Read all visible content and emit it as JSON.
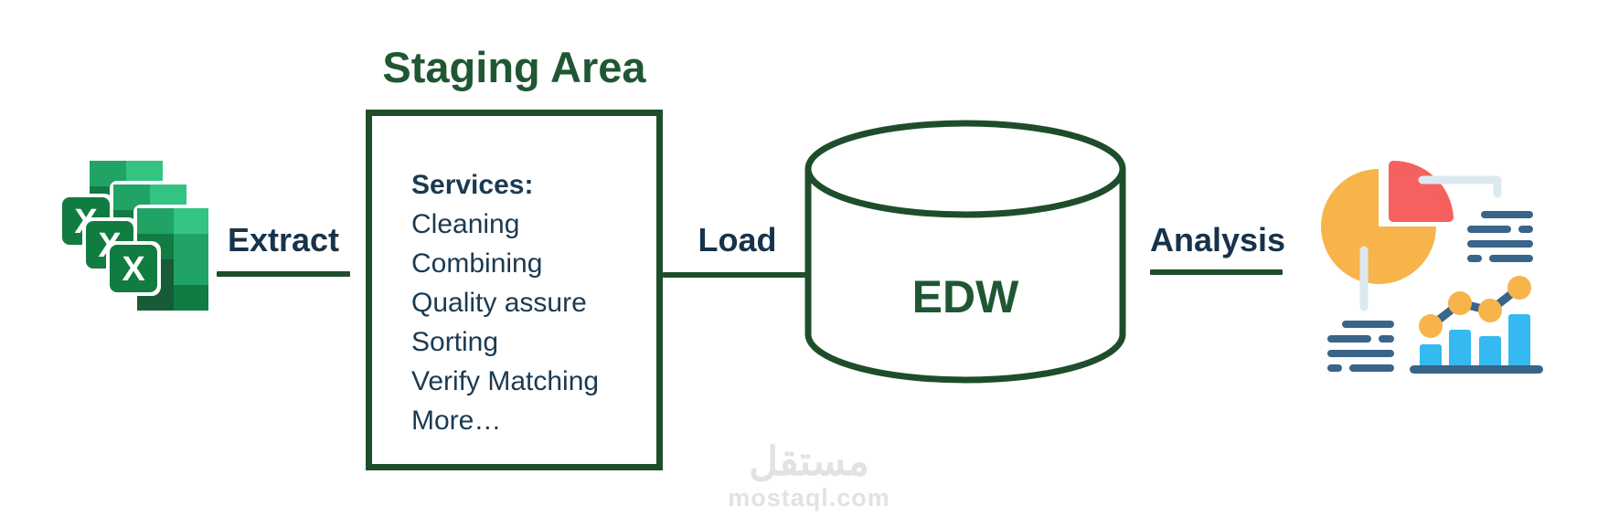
{
  "diagram": {
    "title": "Staging Area",
    "labels": {
      "extract": "Extract",
      "load": "Load",
      "analysis": "Analysis"
    },
    "staging": {
      "heading": "Services:",
      "services": [
        "Cleaning",
        "Combining",
        "Quality assure",
        "Sorting",
        "Verify Matching",
        "More…"
      ]
    },
    "edw_label": "EDW",
    "excel_letter": "X",
    "icons": {
      "source": "excel-files-icon",
      "database": "database-cylinder-icon",
      "analysis": "charts-icon"
    },
    "colors": {
      "green_line": "#1e4d2b",
      "green_text": "#1f5733",
      "navy_text": "#16334b",
      "services_text": "#1b3a52",
      "excel_greens": [
        "#185c37",
        "#107c41",
        "#21a366",
        "#33c481"
      ],
      "chart_yellow": "#f6b44b",
      "chart_red": "#f5615f",
      "chart_blue": "#35b9f1",
      "chart_slate": "#3a6488",
      "chart_gray": "#dde9f0",
      "watermark_gray": "#e2e2e2"
    }
  },
  "watermark": {
    "logo_text": "مستقل",
    "site": "mostaql.com"
  }
}
